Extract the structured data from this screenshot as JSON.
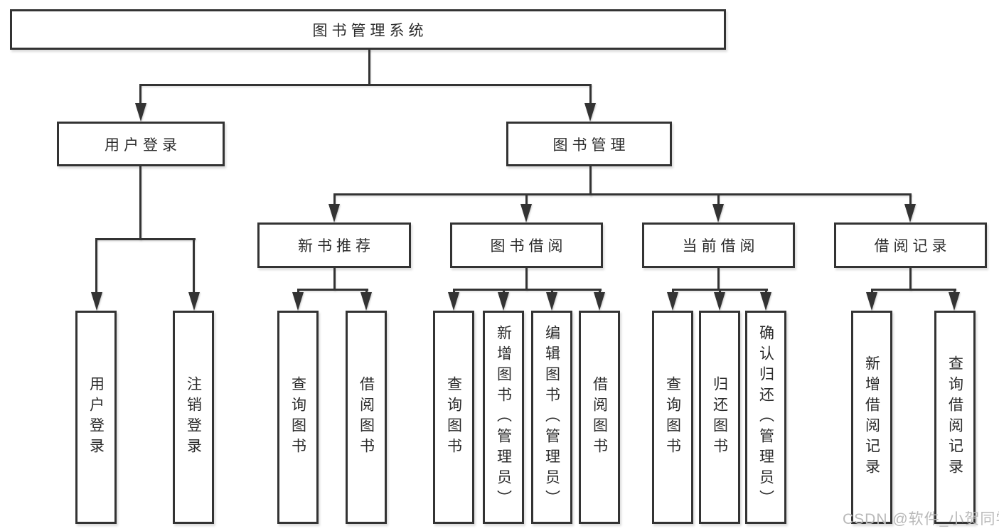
{
  "tree": {
    "label": "图书管理系统",
    "children": [
      {
        "label": "用户登录",
        "children": [
          {
            "label": "用户登录"
          },
          {
            "label": "注销登录"
          }
        ]
      },
      {
        "label": "图书管理",
        "children": [
          {
            "label": "新书推荐",
            "children": [
              {
                "label": "查询图书"
              },
              {
                "label": "借阅图书"
              }
            ]
          },
          {
            "label": "图书借阅",
            "children": [
              {
                "label": "查询图书"
              },
              {
                "label": "新增图书（管理员）"
              },
              {
                "label": "编辑图书（管理员）"
              },
              {
                "label": "借阅图书"
              }
            ]
          },
          {
            "label": "当前借阅",
            "children": [
              {
                "label": "查询图书"
              },
              {
                "label": "归还图书"
              },
              {
                "label": "确认归还（管理员）"
              }
            ]
          },
          {
            "label": "借阅记录",
            "children": [
              {
                "label": "新增借阅记录"
              },
              {
                "label": "查询借阅记录"
              }
            ]
          }
        ]
      }
    ]
  },
  "watermark": {
    "text": "CSDN @软件_小贺同学"
  },
  "colors": {
    "line": "#333333",
    "text": "#2b2b2b",
    "watermark": "#b9b9b9",
    "background": "#ffffff"
  }
}
